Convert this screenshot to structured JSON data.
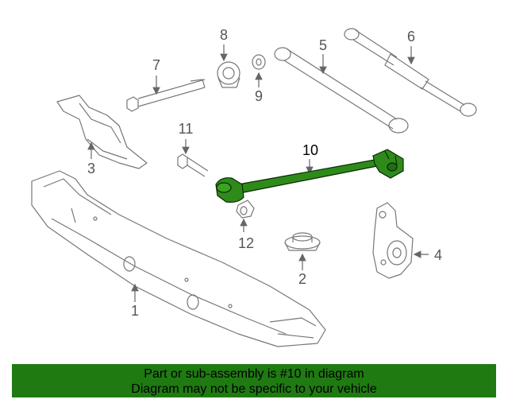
{
  "diagram": {
    "callouts": [
      {
        "id": "1",
        "text": "1"
      },
      {
        "id": "2",
        "text": "2"
      },
      {
        "id": "3",
        "text": "3"
      },
      {
        "id": "4",
        "text": "4"
      },
      {
        "id": "5",
        "text": "5"
      },
      {
        "id": "6",
        "text": "6"
      },
      {
        "id": "7",
        "text": "7"
      },
      {
        "id": "8",
        "text": "8"
      },
      {
        "id": "9",
        "text": "9"
      },
      {
        "id": "10",
        "text": "10"
      },
      {
        "id": "11",
        "text": "11"
      },
      {
        "id": "12",
        "text": "12"
      }
    ],
    "highlighted_part": "10",
    "highlight_color": "#2e8b1a",
    "banner": {
      "line1": "Part or sub-assembly is #10 in diagram",
      "line2": "Diagram may not be specific to your vehicle",
      "background": "#1f7a12"
    }
  }
}
